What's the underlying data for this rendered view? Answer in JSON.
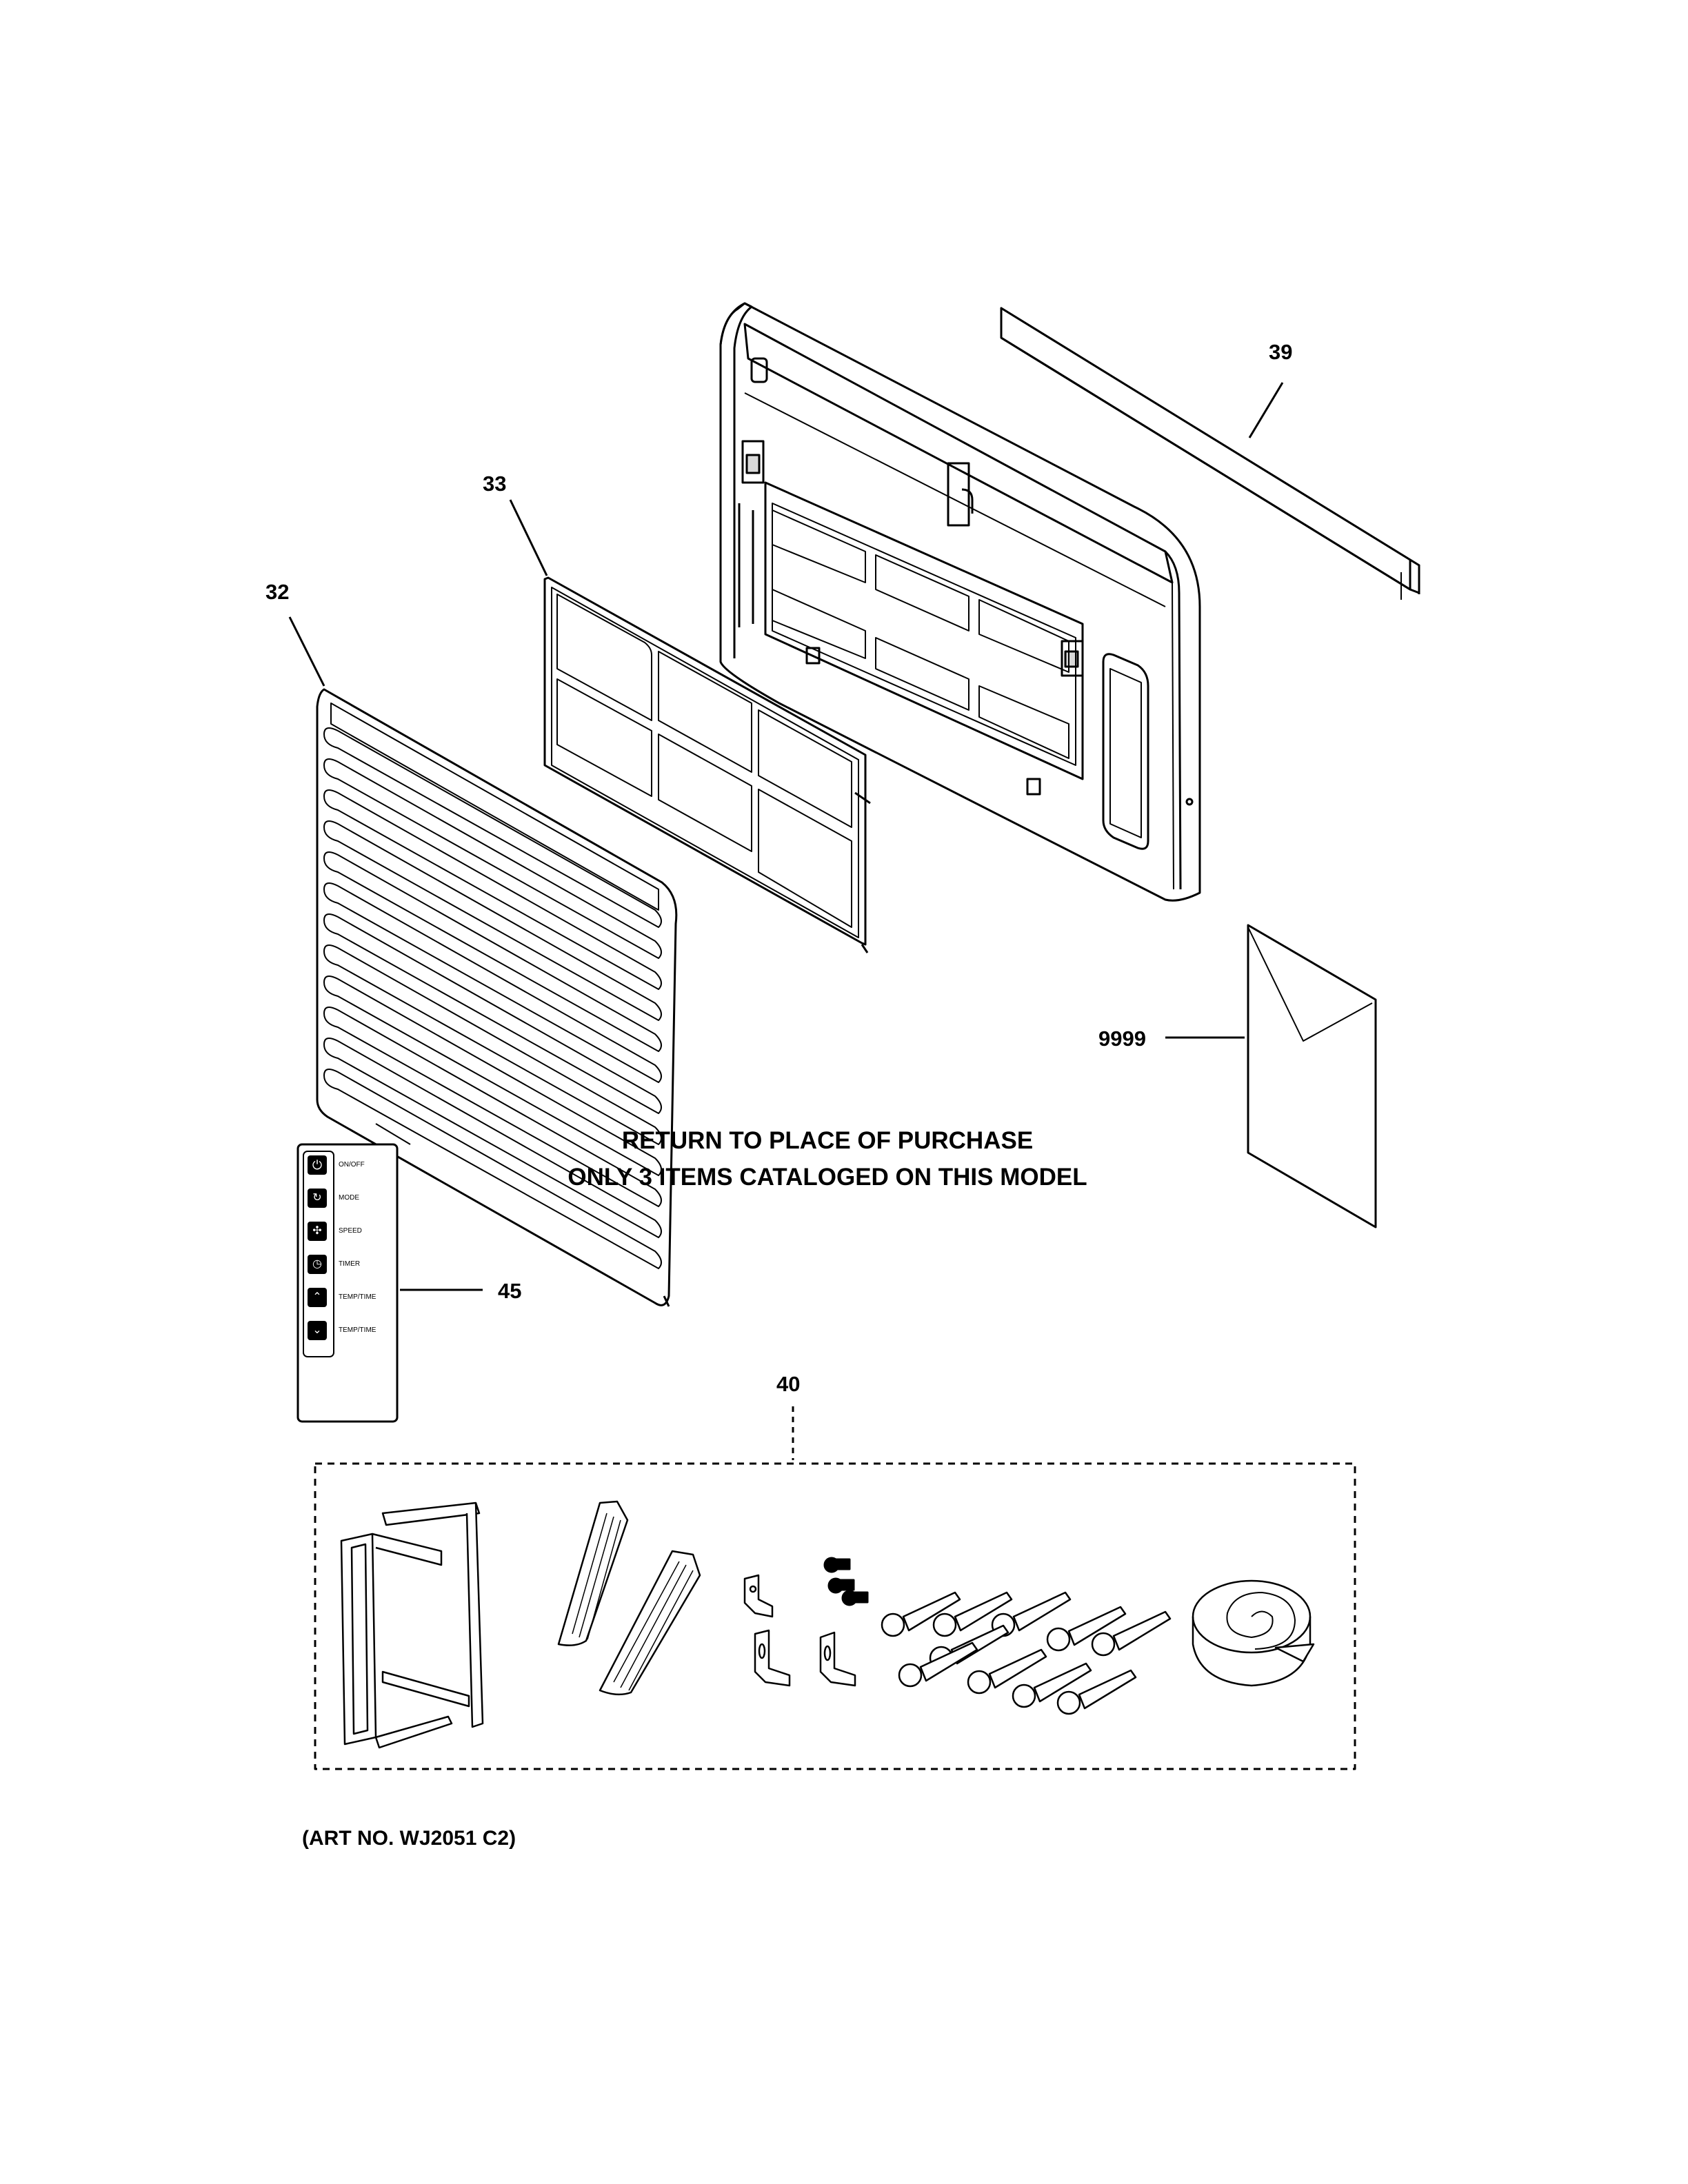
{
  "callouts": {
    "p32": "32",
    "p33": "33",
    "p39": "39",
    "p9999": "9999",
    "p45": "45",
    "p40": "40"
  },
  "notice": {
    "line1": "RETURN TO PLACE OF PURCHASE",
    "line2": "ONLY 3 ITEMS CATALOGED ON THIS MODEL"
  },
  "remote": {
    "buttons": [
      {
        "label": "ON/OFF",
        "icon": "power-icon"
      },
      {
        "label": "MODE",
        "icon": "mode-icon"
      },
      {
        "label": "SPEED",
        "icon": "fan-icon"
      },
      {
        "label": "TIMER",
        "icon": "clock-icon"
      },
      {
        "label": "TEMP/TIME",
        "icon": "chevron-up-icon"
      },
      {
        "label": "TEMP/TIME",
        "icon": "chevron-down-icon"
      }
    ]
  },
  "art_number": "(ART NO. WJ2051 C2)"
}
